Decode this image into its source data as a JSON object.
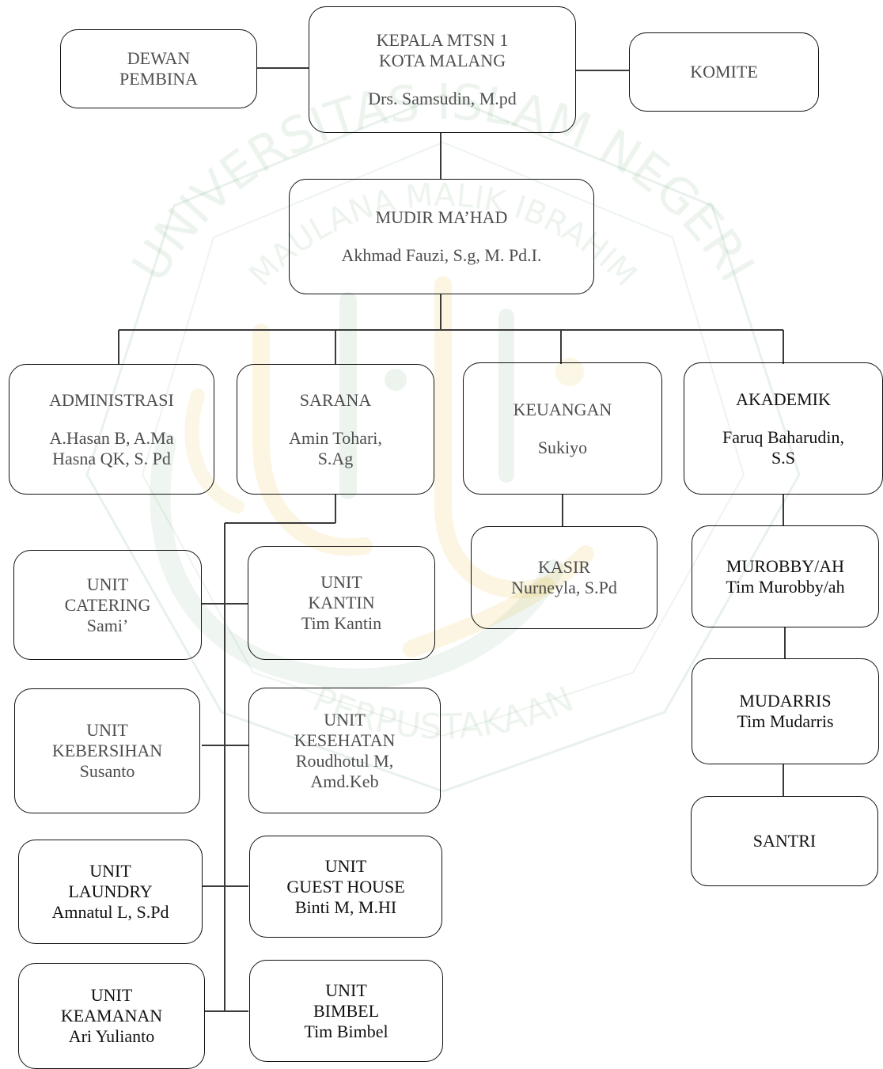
{
  "watermark": {
    "arc_top": "UNIVERSITAS ISLAM NEGERI",
    "arc_inner": "MAULANA MALIK IBRAHIM",
    "arc_bottom": "PERPUSTAKAAN",
    "colors": {
      "green": "#4a8f5a",
      "gold": "#e6c24a"
    }
  },
  "nodes": {
    "kepala": {
      "title_1": "KEPALA MTSN 1",
      "title_2": "KOTA MALANG",
      "name": "Drs. Samsudin, M.pd"
    },
    "dewan": {
      "line_1": "DEWAN",
      "line_2": "PEMBINA"
    },
    "komite": {
      "label": "KOMITE"
    },
    "mudir": {
      "title": "MUDIR MA’HAD",
      "name": "Akhmad  Fauzi, S.g, M. Pd.I."
    },
    "administrasi": {
      "title": "ADMINISTRASI",
      "name_1": "A.Hasan B, A.Ma",
      "name_2": "Hasna QK, S. Pd"
    },
    "sarana": {
      "title": "SARANA",
      "name_1": "Amin Tohari,",
      "name_2": "S.Ag"
    },
    "keuangan": {
      "title": "KEUANGAN",
      "name": "Sukiyo"
    },
    "akademik": {
      "title": "AKADEMIK",
      "name_1": "Faruq  Baharudin,",
      "name_2": "S.S"
    },
    "kasir": {
      "title": "KASIR",
      "name": "Nurneyla, S.Pd"
    },
    "murobby": {
      "title": "MUROBBY/AH",
      "name": "Tim Murobby/ah"
    },
    "mudarris": {
      "title": "MUDARRIS",
      "name": "Tim Mudarris"
    },
    "santri": {
      "label": "SANTRI"
    },
    "unit_catering": {
      "line_1": "UNIT",
      "line_2": "CATERING",
      "line_3": "Sami’"
    },
    "unit_kantin": {
      "line_1": "UNIT",
      "line_2": "KANTIN",
      "line_3": "Tim Kantin"
    },
    "unit_kebersihan": {
      "line_1": "UNIT",
      "line_2": "KEBERSIHAN",
      "line_3": "Susanto"
    },
    "unit_kesehatan": {
      "line_1": "UNIT",
      "line_2": "KESEHATAN",
      "line_3": "Roudhotul M,",
      "line_4": "Amd.Keb"
    },
    "unit_laundry": {
      "line_1": "UNIT",
      "line_2": "LAUNDRY",
      "line_3": "Amnatul L, S.Pd"
    },
    "unit_guest": {
      "line_1": "UNIT",
      "line_2": "GUEST HOUSE",
      "line_3": "Binti M, M.HI"
    },
    "unit_keamanan": {
      "line_1": "UNIT",
      "line_2": "KEAMANAN",
      "line_3": "Ari Yulianto"
    },
    "unit_bimbel": {
      "line_1": "UNIT",
      "line_2": "BIMBEL",
      "line_3": "Tim Bimbel"
    }
  }
}
